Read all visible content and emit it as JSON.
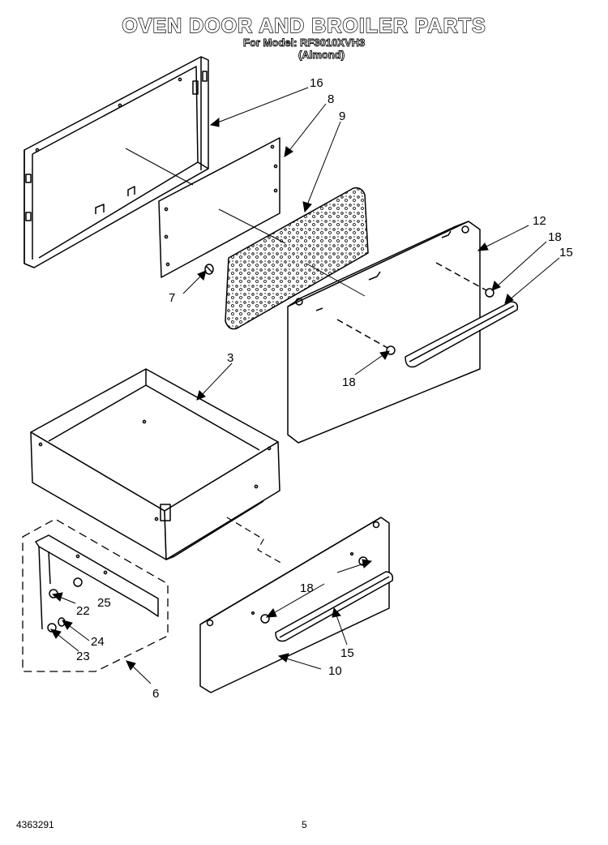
{
  "header": {
    "title": "OVEN DOOR AND BROILER PARTS",
    "model_line": "For Model: RF3010XVH3",
    "color_line": "(Almond)"
  },
  "callouts": {
    "c16": "16",
    "c8": "8",
    "c9": "9",
    "c7": "7",
    "c12": "12",
    "c18a": "18",
    "c15a": "15",
    "c18b": "18",
    "c3": "3",
    "c22": "22",
    "c25": "25",
    "c24": "24",
    "c23": "23",
    "c6": "6",
    "c18c": "18",
    "c15b": "15",
    "c10": "10"
  },
  "footer": {
    "part_number": "4363291",
    "page_number": "5"
  }
}
